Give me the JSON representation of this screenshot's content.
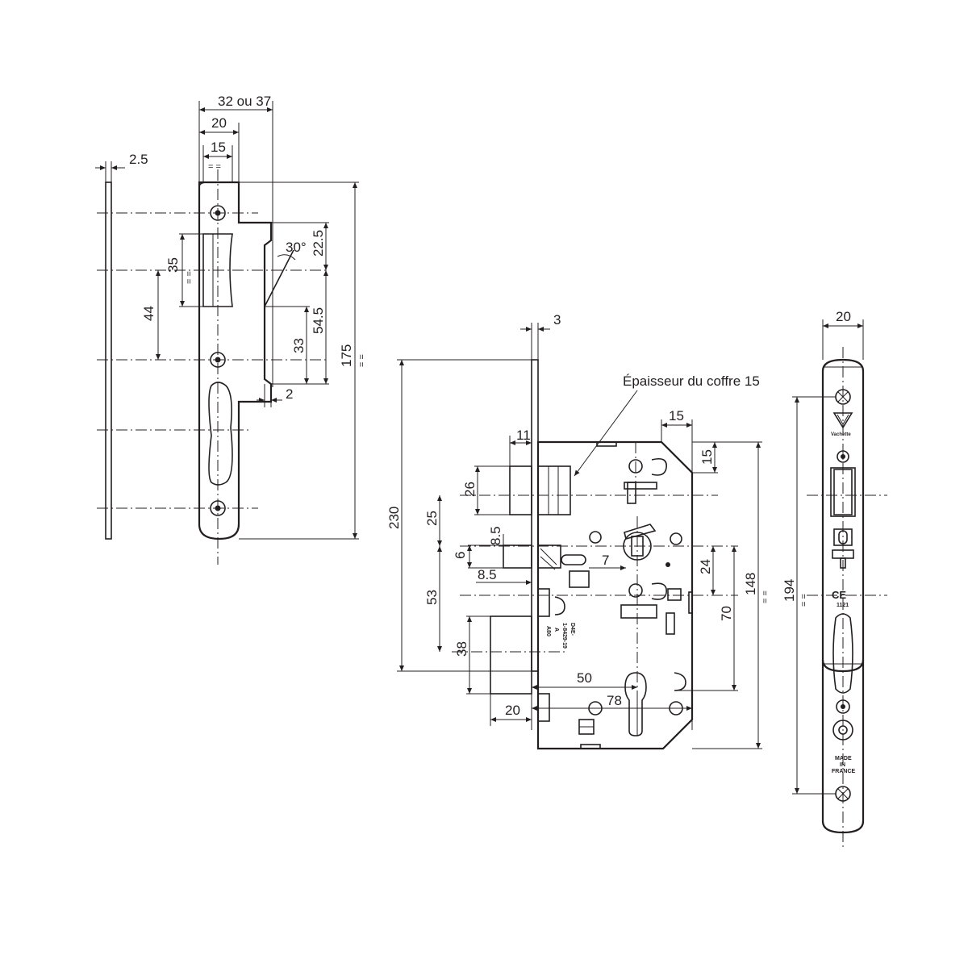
{
  "strike_plate": {
    "thickness": "2.5",
    "total_width": "32 ou 37",
    "width_20": "20",
    "width_15": "15",
    "height_35": "35",
    "spacing_44": "44",
    "angle_30": "30°",
    "offset_22_5": "22.5",
    "offset_54_5": "54.5",
    "offset_33": "33",
    "length_175": "175",
    "gap_2": "2",
    "equal_sign": "= ="
  },
  "lock_body": {
    "front_thickness": "3",
    "case_label": "Épaisseur du coffre 15",
    "dim_15_top": "15",
    "dim_15_side": "15",
    "dim_11": "11",
    "dim_26": "26",
    "dim_25": "25",
    "dim_8_5_top": "8.5",
    "dim_6": "6",
    "dim_8_5_bottom": "8.5",
    "dim_7": "7",
    "dim_53": "53",
    "dim_38": "38",
    "dim_20": "20",
    "dim_24": "24",
    "dim_70": "70",
    "dim_148": "148",
    "dim_230": "230",
    "dim_50": "50",
    "dim_78": "78",
    "stamp_line1": "D4E-",
    "stamp_line2": "1-8429-19",
    "stamp_line3": "A",
    "stamp_line4": "A80"
  },
  "faceplate": {
    "width": "20",
    "length_194": "194",
    "brand": "Vachette",
    "ce_mark": "CE",
    "ce_code": "1121",
    "made_in": "MADE",
    "made_in_2": "IN",
    "made_in_3": "FRANCE",
    "equal_sign": "= ="
  }
}
